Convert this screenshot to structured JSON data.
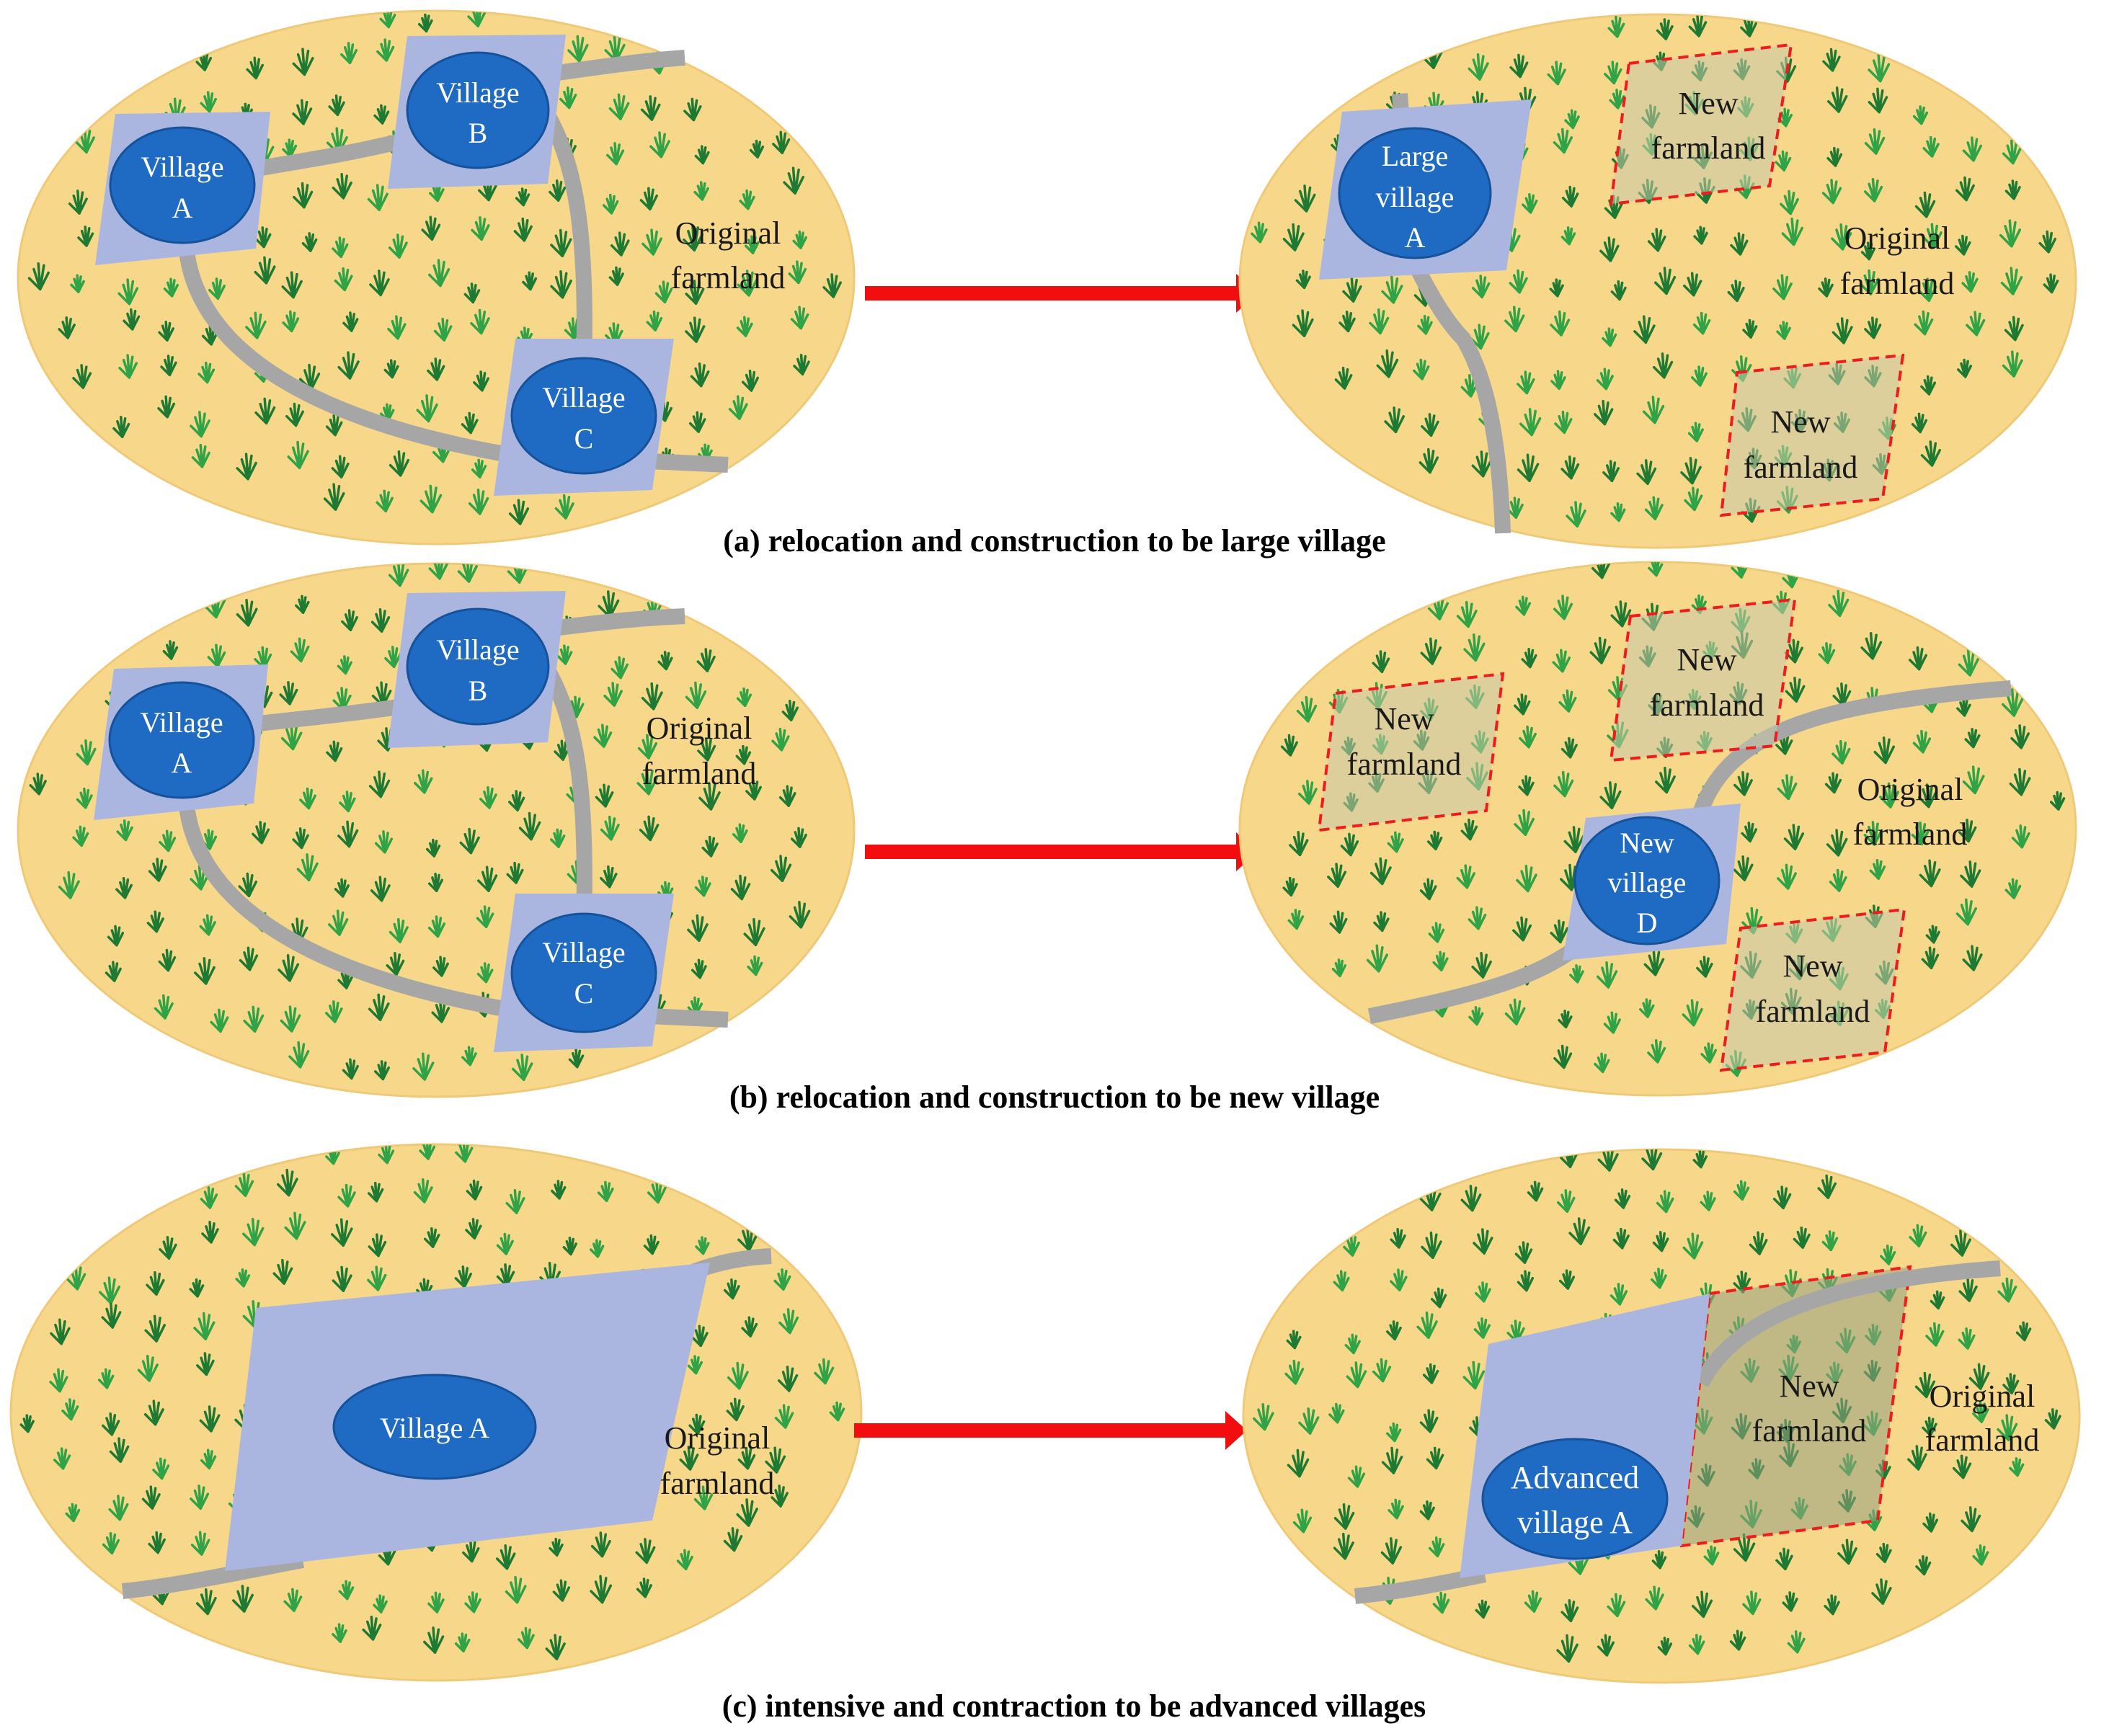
{
  "rows": [
    {
      "caption": "(a) relocation and construction to be large village",
      "before": {
        "villages": [
          {
            "lines": [
              "Village",
              "A"
            ]
          },
          {
            "lines": [
              "Village",
              "B"
            ]
          },
          {
            "lines": [
              "Village",
              "C"
            ]
          }
        ],
        "farmland_lines": [
          "Original",
          "farmland"
        ]
      },
      "after": {
        "village_lines": [
          "Large",
          "village",
          "A"
        ],
        "new_farmland": [
          {
            "lines": [
              "New",
              "farmland"
            ]
          },
          {
            "lines": [
              "New",
              "farmland"
            ]
          }
        ],
        "farmland_lines": [
          "Original",
          "farmland"
        ]
      }
    },
    {
      "caption": "(b) relocation and construction to be new village",
      "before": {
        "villages": [
          {
            "lines": [
              "Village",
              "A"
            ]
          },
          {
            "lines": [
              "Village",
              "B"
            ]
          },
          {
            "lines": [
              "Village",
              "C"
            ]
          }
        ],
        "farmland_lines": [
          "Original",
          "farmland"
        ]
      },
      "after": {
        "village_lines": [
          "New",
          "village",
          "D"
        ],
        "new_farmland": [
          {
            "lines": [
              "New",
              "farmland"
            ]
          },
          {
            "lines": [
              "New",
              "farmland"
            ]
          },
          {
            "lines": [
              "New",
              "farmland"
            ]
          }
        ],
        "farmland_lines": [
          "Original",
          "farmland"
        ]
      }
    },
    {
      "caption": "(c) intensive and contraction to be advanced villages",
      "before": {
        "village_lines": [
          "Village  A"
        ],
        "farmland_lines": [
          "Original",
          "farmland"
        ]
      },
      "after": {
        "village_lines": [
          "Advanced",
          "village A"
        ],
        "new_farmland": [
          {
            "lines": [
              "New",
              "farmland"
            ]
          }
        ],
        "farmland_lines": [
          "Original",
          "farmland"
        ]
      }
    }
  ],
  "colors": {
    "field": "#f7d88a",
    "field_edge": "#f0c978",
    "grass": "#2fa345",
    "grass_dark": "#1e7a32",
    "road": "#a6a6a6",
    "village_plot": "#aab6df",
    "village_ellipse": "#1f6bc4",
    "village_ellipse_edge": "#15529a",
    "arrow": "#f20e0e",
    "new_farmland_border": "#ee1c1c"
  }
}
